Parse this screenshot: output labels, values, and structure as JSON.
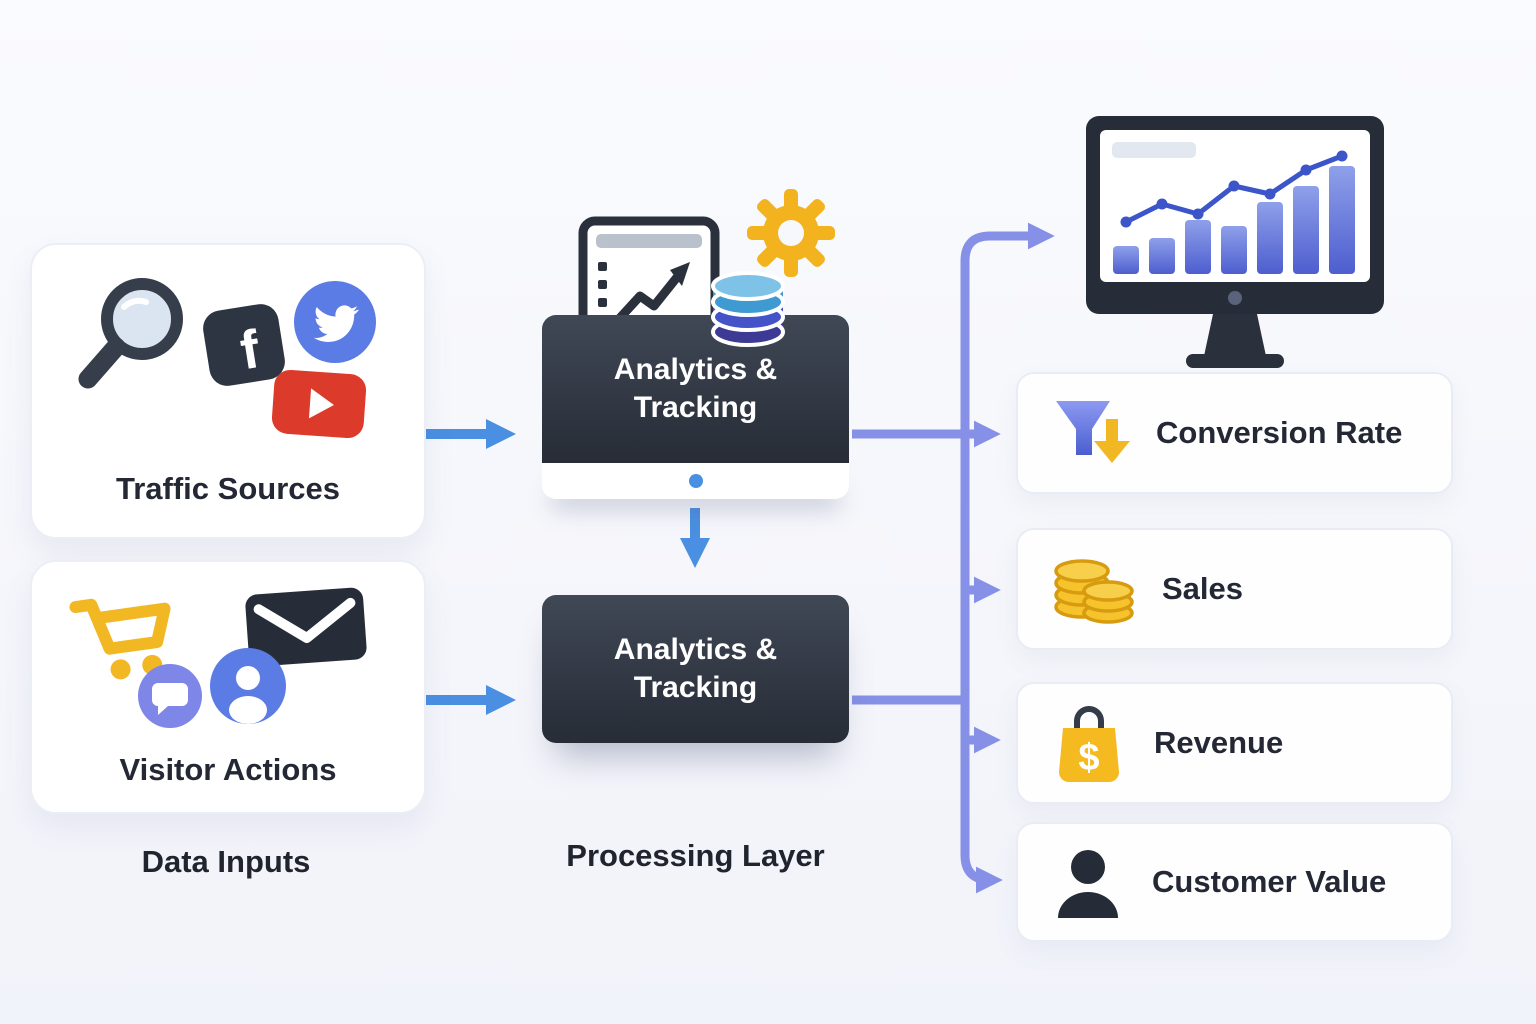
{
  "left": {
    "traffic_card": {
      "title": "Traffic Sources",
      "icons": [
        "search-icon",
        "facebook-icon",
        "twitter-icon",
        "youtube-icon"
      ]
    },
    "actions_card": {
      "title": "Visitor Actions",
      "icons": [
        "cart-icon",
        "email-icon",
        "chat-icon",
        "user-icon"
      ]
    },
    "group_label": "Data Inputs"
  },
  "middle": {
    "box1": {
      "line1": "Analytics &",
      "line2": "Tracking"
    },
    "box2": {
      "line1": "Analytics &",
      "line2": "Tracking"
    },
    "group_label": "Processing Layer",
    "icons": [
      "chart-window-icon",
      "gear-icon",
      "database-icon"
    ]
  },
  "right": {
    "monitor_icon": "results-monitor-icon",
    "outputs": [
      {
        "label": "Conversion Rate",
        "icon": "funnel-icon"
      },
      {
        "label": "Sales",
        "icon": "coins-icon"
      },
      {
        "label": "Revenue",
        "icon": "shopping-bag-icon",
        "symbol": "$"
      },
      {
        "label": "Customer Value",
        "icon": "person-icon"
      }
    ]
  },
  "glyphs": {
    "facebook_letter": "f"
  },
  "monitor_chart": {
    "type": "bar",
    "bars": [
      28,
      36,
      54,
      48,
      72,
      88,
      108
    ],
    "line": [
      52,
      70,
      60,
      88,
      80,
      104,
      118
    ]
  },
  "colors": {
    "arrow_blue": "#4a8fe2",
    "connector_purple": "#8590e6",
    "accent_yellow": "#f2b31f",
    "dark_panel": "#2b313c"
  }
}
